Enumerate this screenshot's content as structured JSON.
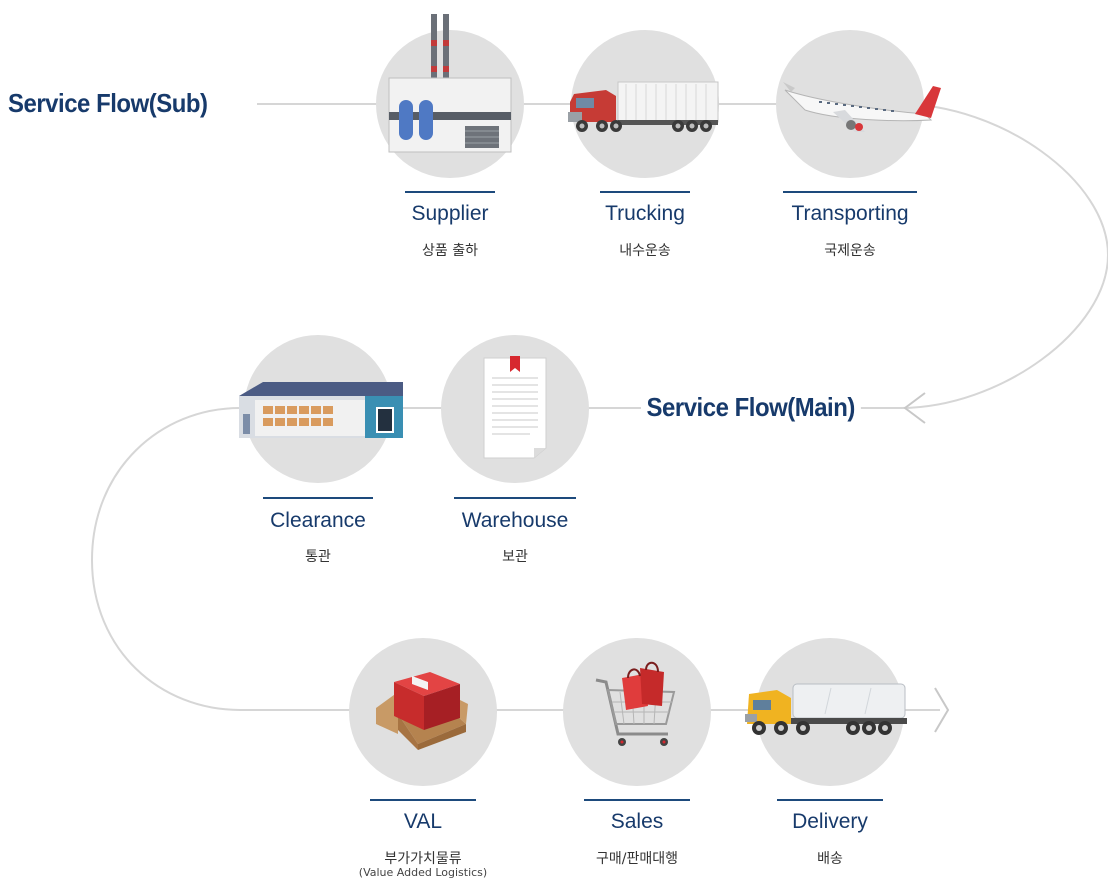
{
  "titles": {
    "sub": "Service Flow(Sub)",
    "main": "Service Flow(Main)"
  },
  "colors": {
    "title": "#173a6b",
    "circle": "#e0e0e0",
    "line": "#d6d6d6",
    "underline": "#1d4a7c",
    "accent_red": "#d7282f"
  },
  "nodes": [
    {
      "id": "supplier",
      "label": "Supplier",
      "korean": "상품 출하",
      "icon": "factory-icon"
    },
    {
      "id": "trucking",
      "label": "Trucking",
      "korean": "내수운송",
      "icon": "container-truck-icon"
    },
    {
      "id": "transporting",
      "label": "Transporting",
      "korean": "국제운송",
      "icon": "airplane-icon"
    },
    {
      "id": "clearance",
      "label": "Clearance",
      "korean": "통관",
      "icon": "warehouse-building-icon"
    },
    {
      "id": "warehouse",
      "label": "Warehouse",
      "korean": "보관",
      "icon": "document-icon"
    },
    {
      "id": "val",
      "label": "VAL",
      "korean": "부가가치물류",
      "sub": "(Value Added Logistics)",
      "icon": "box-icon"
    },
    {
      "id": "sales",
      "label": "Sales",
      "korean": "구매/판매대행",
      "icon": "shopping-cart-icon"
    },
    {
      "id": "delivery",
      "label": "Delivery",
      "korean": "배송",
      "icon": "delivery-truck-icon"
    }
  ]
}
